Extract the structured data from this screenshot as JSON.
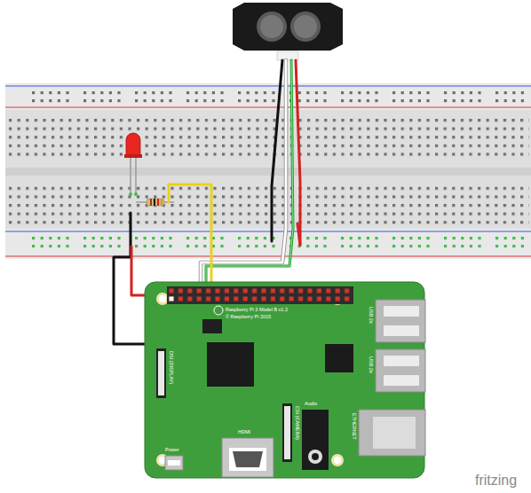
{
  "diagram": {
    "labels": [
      "Raspberry Pi 3 Model B v1.2",
      "© Raspberry Pi 2015",
      "USB 2x",
      "USB 2x",
      "ETHERNET",
      "HDMI",
      "Audio",
      "Power",
      "DSI (DISPLAY)",
      "CSI (CAMERA)",
      "fritzing"
    ]
  }
}
